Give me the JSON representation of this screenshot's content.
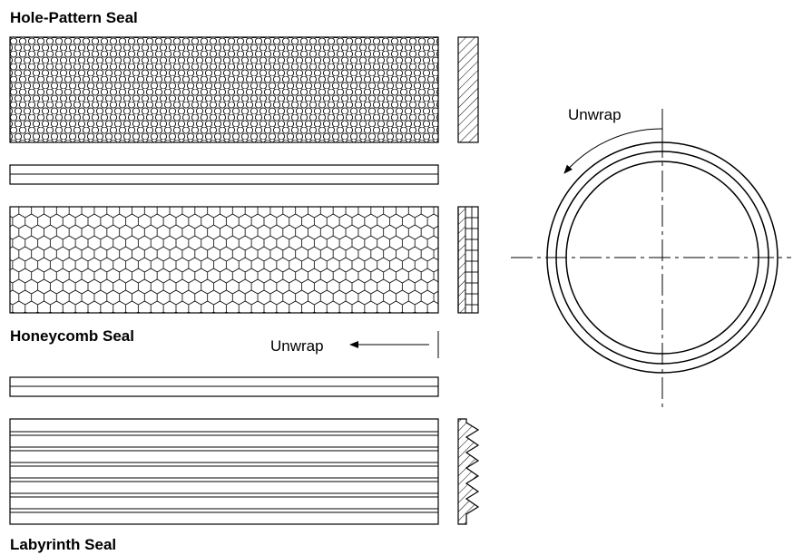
{
  "labels": {
    "hole_pattern": "Hole-Pattern Seal",
    "honeycomb": "Honeycomb Seal",
    "labyrinth": "Labyrinth Seal",
    "unwrap_arrow": "Unwrap",
    "unwrap_ring": "Unwrap"
  },
  "colors": {
    "stroke": "#000000",
    "background": "#ffffff"
  }
}
